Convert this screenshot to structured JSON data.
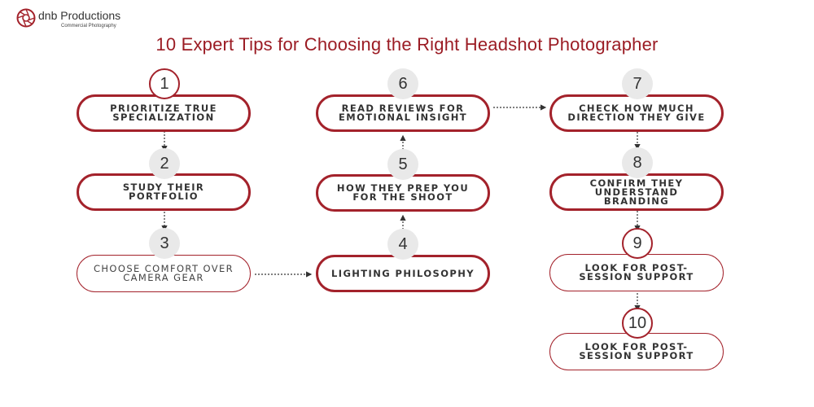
{
  "brand": {
    "name": "dnb Productions",
    "tagline": "Commercial Photography",
    "accent_color": "#a3222b",
    "logo_icon": "camera-aperture-icon"
  },
  "title": "10 Expert Tips for Choosing the Right Headshot Photographer",
  "steps": [
    {
      "number": "1",
      "label": "PRIORITIZE TRUE SPECIALIZATION"
    },
    {
      "number": "2",
      "label": "STUDY THEIR PORTFOLIO"
    },
    {
      "number": "3",
      "label": "CHOOSE COMFORT OVER CAMERA GEAR"
    },
    {
      "number": "4",
      "label": "LIGHTING PHILOSOPHY"
    },
    {
      "number": "5",
      "label": "HOW THEY PREP YOU FOR THE SHOOT"
    },
    {
      "number": "6",
      "label": "READ REVIEWS FOR EMOTIONAL INSIGHT"
    },
    {
      "number": "7",
      "label": "CHECK HOW MUCH DIRECTION THEY GIVE"
    },
    {
      "number": "8",
      "label": "CONFIRM THEY UNDERSTAND BRANDING"
    },
    {
      "number": "9",
      "label": "LOOK FOR POST-SESSION SUPPORT"
    },
    {
      "number": "10",
      "label": "LOOK FOR POST-SESSION SUPPORT"
    }
  ]
}
